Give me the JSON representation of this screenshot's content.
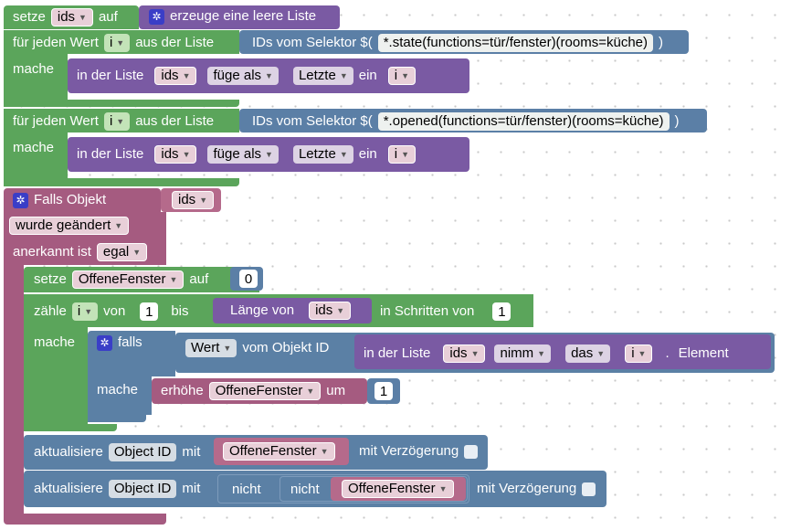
{
  "b1": {
    "set": "setze",
    "var": "ids",
    "to": "auf",
    "create": "erzeuge eine leere Liste"
  },
  "loop1": {
    "for_each": "für jeden Wert",
    "var": "i",
    "from_list": "aus der Liste",
    "selector_label": "IDs vom Selektor $(",
    "selector_value": "*.state(functions=tür/fenster)(rooms=küche)",
    "close": ")",
    "do": "mache"
  },
  "list1": {
    "in_list": "in der Liste",
    "list_var": "ids",
    "mode": "füge als",
    "where": "Letzte",
    "as": "ein",
    "item_var": "i"
  },
  "loop2": {
    "for_each": "für jeden Wert",
    "var": "i",
    "from_list": "aus der Liste",
    "selector_label": "IDs vom Selektor $(",
    "selector_value": "*.opened(functions=tür/fenster)(rooms=küche)",
    "close": ")",
    "do": "mache"
  },
  "list2": {
    "in_list": "in der Liste",
    "list_var": "ids",
    "mode": "füge als",
    "where": "Letzte",
    "as": "ein",
    "item_var": "i"
  },
  "trigger": {
    "if_object": "Falls Objekt",
    "obj_var": "ids",
    "changed": "wurde geändert",
    "ack_label": "anerkannt ist",
    "ack_value": "egal"
  },
  "set2": {
    "set": "setze",
    "var": "OffeneFenster",
    "to": "auf",
    "value": "0"
  },
  "count": {
    "count": "zähle",
    "var": "i",
    "from": "von",
    "from_value": "1",
    "to": "bis",
    "length_of": "Länge von",
    "list_var": "ids",
    "step_label": "in Schritten von",
    "step_value": "1",
    "do": "mache"
  },
  "ifblk": {
    "if": "falls",
    "value_field": "Wert",
    "from_obj": "vom Objekt ID",
    "in_list": "in der Liste",
    "list_var": "ids",
    "take": "nimm",
    "the": "das",
    "index_var": "i",
    "dot": ".",
    "element": "Element",
    "do": "mache"
  },
  "incr": {
    "increase": "erhöhe",
    "var": "OffeneFenster",
    "by": "um",
    "value": "1"
  },
  "update1": {
    "update": "aktualisiere",
    "obj_id": "Object ID",
    "with": "mit",
    "var": "OffeneFenster",
    "delay": "mit Verzögerung"
  },
  "update2": {
    "update": "aktualisiere",
    "obj_id": "Object ID",
    "with": "mit",
    "not1": "nicht",
    "not2": "nicht",
    "var": "OffeneFenster",
    "delay": "mit Verzögerung"
  },
  "icons": {
    "gear": "gear-icon",
    "dropdown": "dropdown-arrow-icon"
  }
}
